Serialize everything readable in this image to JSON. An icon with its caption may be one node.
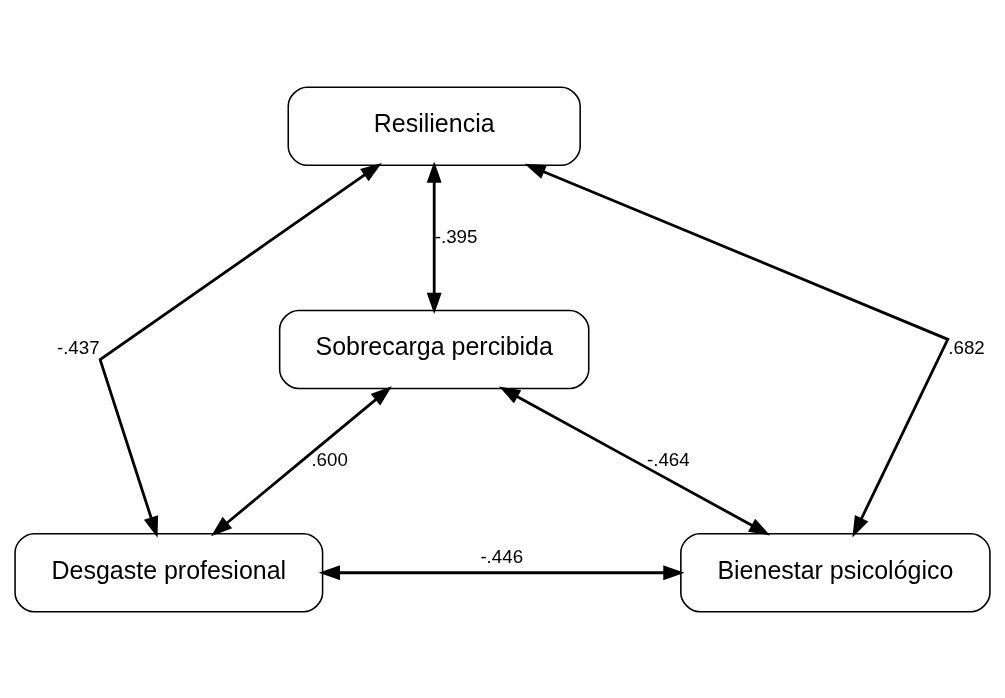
{
  "diagram": {
    "nodes": [
      {
        "text": [
          "Resiliencia"
        ]
      },
      {
        "text": [
          "Sobrecarga percibida"
        ]
      },
      {
        "text": [
          "Desgaste profesional"
        ]
      },
      {
        "text": [
          "Bienestar psicológico"
        ]
      }
    ],
    "edges": [
      {
        "from": 0,
        "to": 2,
        "arrow": "both",
        "label": "-.437"
      },
      {
        "from": 0,
        "to": 1,
        "arrow": "both",
        "label": "-.395"
      },
      {
        "from": 0,
        "to": 3,
        "arrow": "both",
        "label": ".682"
      },
      {
        "from": 1,
        "to": 2,
        "arrow": "both",
        "label": ".600"
      },
      {
        "from": 1,
        "to": 3,
        "arrow": "both",
        "label": "-.464"
      },
      {
        "from": 2,
        "to": 3,
        "arrow": "both",
        "label": "-.446"
      }
    ]
  }
}
